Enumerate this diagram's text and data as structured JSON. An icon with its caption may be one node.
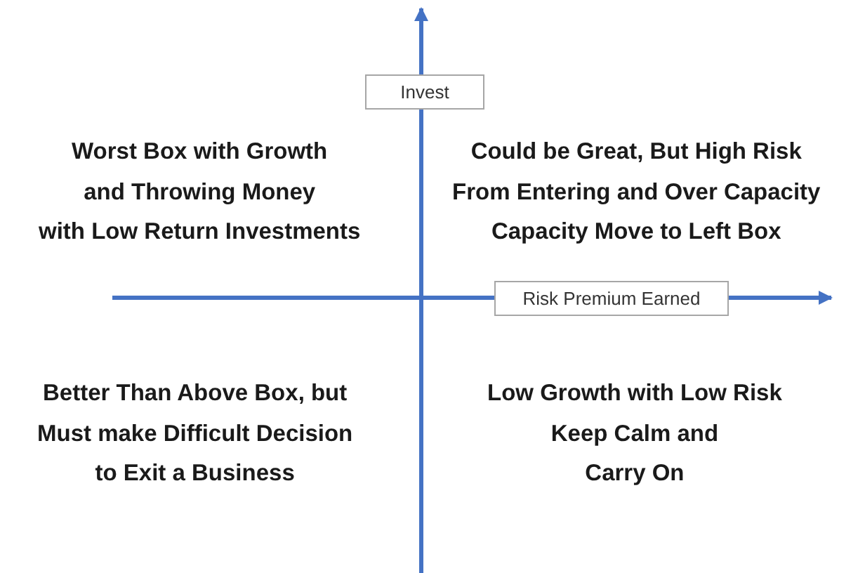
{
  "diagram": {
    "nodes": [
      {
        "text": [
          "Invest"
        ]
      },
      {
        "text": [
          "Risk Premium Earned"
        ]
      }
    ],
    "edges": [],
    "labels": [
      "Worst Box with Growth and Throwing Money with Low Return Investments",
      "Could be Great, But High Risk From Entering and Over Capacity Capacity Move to Left Box",
      "Better Than Above Box, but Must make Difficult Decision to Exit a Business",
      "Low Growth with Low Risk Keep Calm and Carry On"
    ]
  }
}
